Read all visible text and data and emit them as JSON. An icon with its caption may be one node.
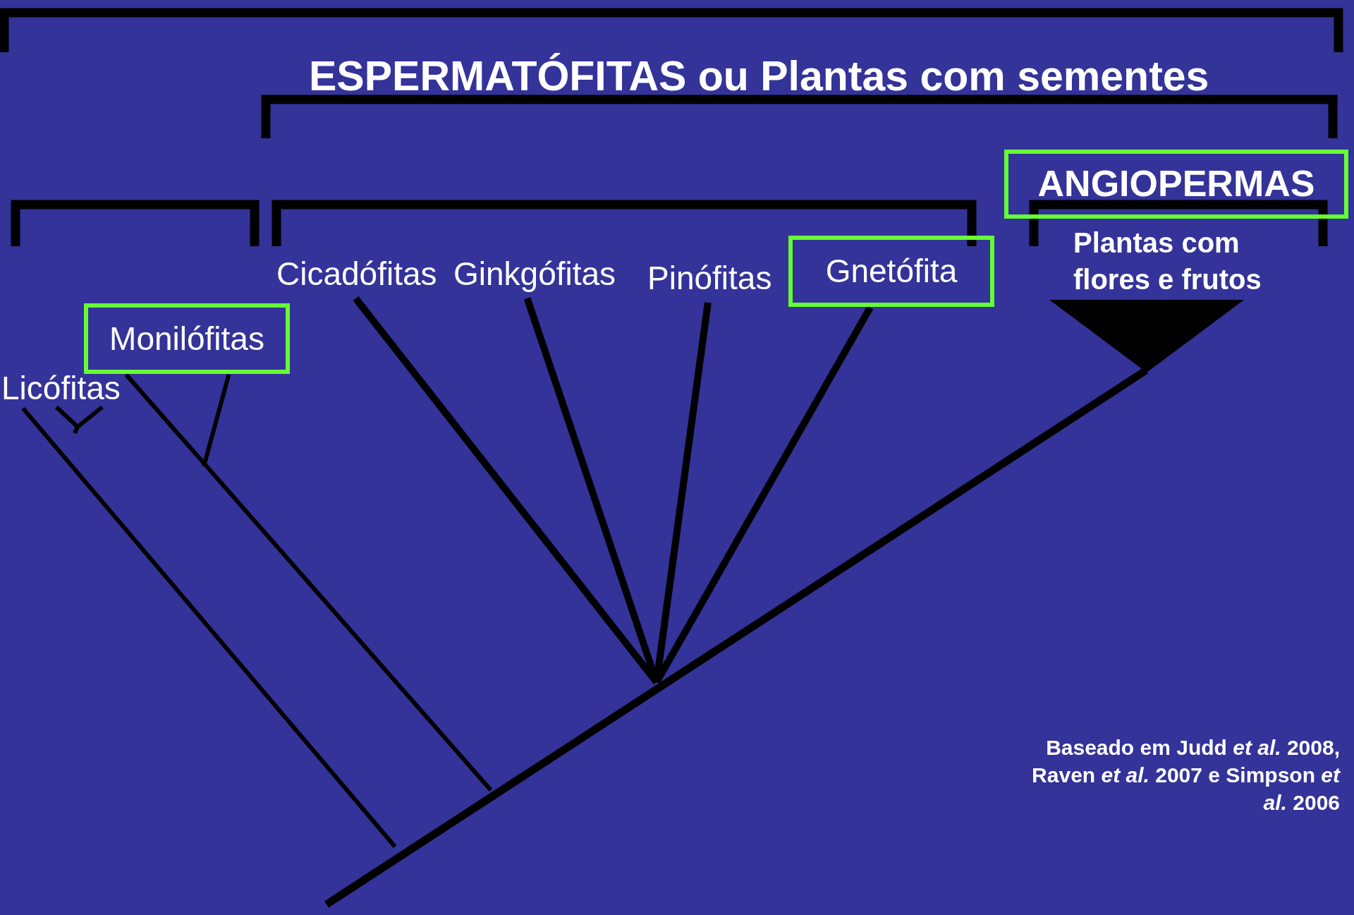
{
  "diagram": {
    "title": "ESPERMATÓFITAS ou Plantas com sementes",
    "nodes": [
      {
        "text": [
          "Licófitas"
        ]
      },
      {
        "text": [
          "Monilófitas"
        ]
      },
      {
        "text": [
          "Cicadófitas"
        ]
      },
      {
        "text": [
          "Ginkgófitas"
        ]
      },
      {
        "text": [
          "Pinófitas"
        ]
      },
      {
        "text": [
          "Gnetófita"
        ]
      },
      {
        "text": [
          "ANGIOPERMAS"
        ]
      },
      {
        "text": [],
        "shape": "triangle"
      }
    ],
    "edges": [
      {
        "from": null,
        "to": 0,
        "arrow": "none"
      },
      {
        "from": null,
        "to": 1,
        "arrow": "none"
      },
      {
        "from": null,
        "to": 1,
        "arrow": "none"
      },
      {
        "from": null,
        "to": 2,
        "arrow": "none"
      },
      {
        "from": null,
        "to": 3,
        "arrow": "none"
      },
      {
        "from": null,
        "to": 4,
        "arrow": "none"
      },
      {
        "from": null,
        "to": 5,
        "arrow": "none"
      },
      {
        "from": null,
        "to": 7,
        "arrow": "none"
      }
    ],
    "labels": [
      "Plantas com flores e frutos",
      "Baseado em Judd *et al.* 2008, Raven *et al.* 2007 e Simpson *et al.* 2006"
    ]
  }
}
